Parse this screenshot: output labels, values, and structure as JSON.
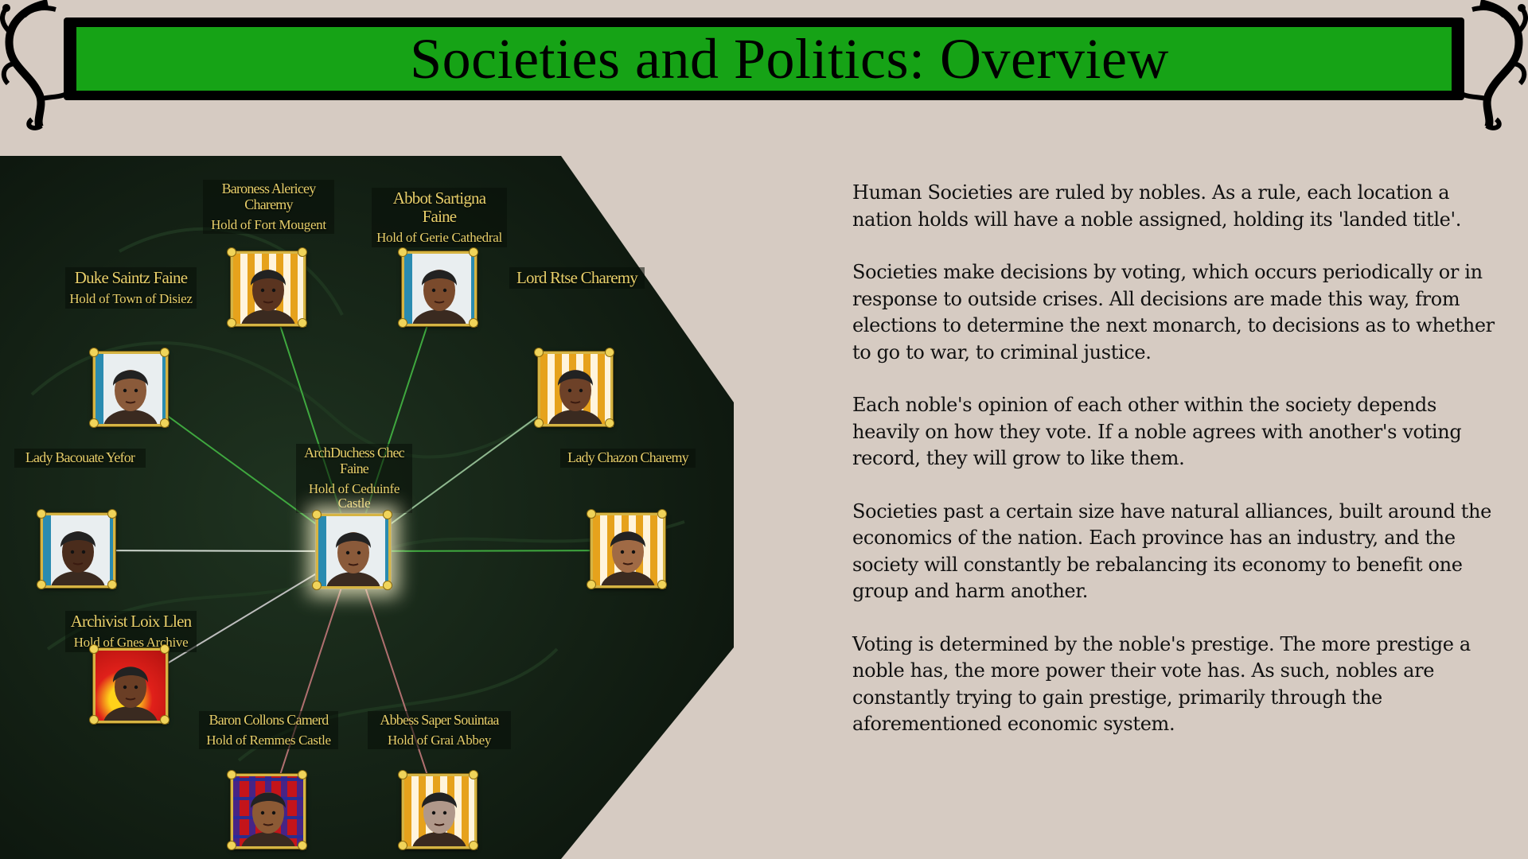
{
  "header": {
    "title": "Societies and Politics: Overview"
  },
  "society": {
    "center": {
      "name": "ArchDuchess Chec Faine",
      "hold": "Hold of Ceduinfe Castle",
      "bg": "stripes-blue"
    },
    "nobles": [
      {
        "name": "Baroness Alericey Charemy",
        "hold": "Hold of Fort Mougent",
        "bg": "stripes-orange",
        "line_color": "#3fa83f"
      },
      {
        "name": "Abbot Sartigna Faine",
        "hold": "Hold of Gerie Cathedral",
        "bg": "stripes-blue",
        "line_color": "#3fa83f"
      },
      {
        "name": "Duke Saintz Faine",
        "hold": "Hold of Town of Disiez",
        "bg": "stripes-blue",
        "line_color": "#3fa83f"
      },
      {
        "name": "Lord Rtse Charemy",
        "hold": "",
        "bg": "stripes-orange",
        "line_color": "#8fb88f"
      },
      {
        "name": "Lady Bacouate Yefor",
        "hold": "",
        "bg": "stripes-blue",
        "line_color": "#cfd8cf"
      },
      {
        "name": "Lady Chazon Charemy",
        "hold": "",
        "bg": "stripes-orange",
        "line_color": "#3fa83f"
      },
      {
        "name": "Archivist Loix Llen",
        "hold": "Hold of Gnes Archive",
        "bg": "fire-red",
        "line_color": "#bdbdbd"
      },
      {
        "name": "Baron Collons Camerd",
        "hold": "Hold of Remmes Castle",
        "bg": "plaid-red",
        "line_color": "#b07070"
      },
      {
        "name": "Abbess Saper Souintaa",
        "hold": "Hold of Grai Abbey",
        "bg": "stripes-orange",
        "line_color": "#b07070"
      }
    ]
  },
  "description": {
    "paragraphs": [
      "Human Societies are ruled by nobles. As a rule, each location a nation holds will have a noble assigned, holding its 'landed title'.",
      "Societies make decisions by voting, which occurs periodically or in response to outside crises. All decisions are made this way, from elections to determine the next monarch, to decisions as to whether to go to war, to criminal justice.",
      "Each noble's opinion of each other within the society depends heavily on how they vote. If a noble agrees with another's voting record, they will grow to like them.",
      "Societies past a certain size have natural alliances, built around the economics of the nation. Each province has an industry, and the society will constantly be rebalancing its economy to benefit one group and harm another.",
      "Voting is determined by the noble's prestige. The more prestige a noble has, the more power their vote has. As such, nobles are constantly trying to gain prestige, primarily through the aforementioned economic system."
    ]
  }
}
